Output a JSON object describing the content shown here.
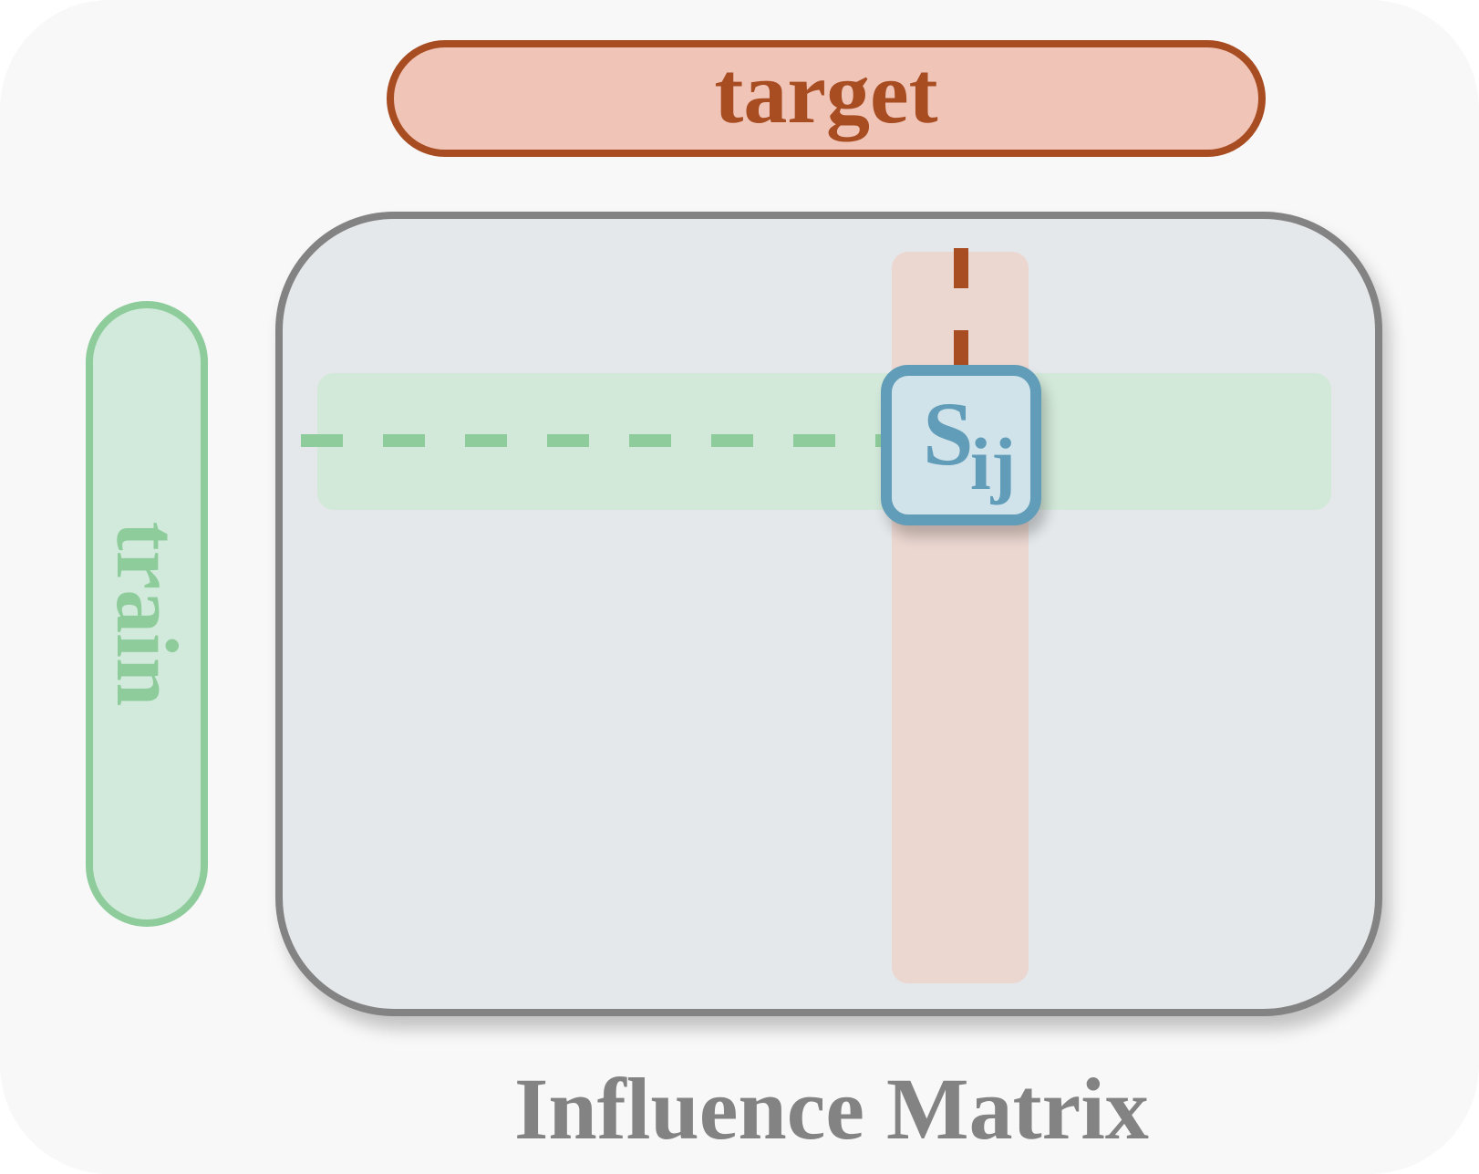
{
  "diagram": {
    "target_label": "target",
    "train_label": "train",
    "cell": {
      "symbol": "S",
      "subscript": "ij"
    },
    "caption": "Influence Matrix"
  },
  "colors": {
    "target": "#a84c22",
    "target_fill": "#f0c5b8",
    "train": "#8ecc9c",
    "train_fill": "#d2eadb",
    "matrix_border": "#838383",
    "matrix_fill": "#e4e8ea",
    "cell": "#619db8",
    "cell_fill": "#d0e3ea",
    "background": "#f8f8f8"
  }
}
